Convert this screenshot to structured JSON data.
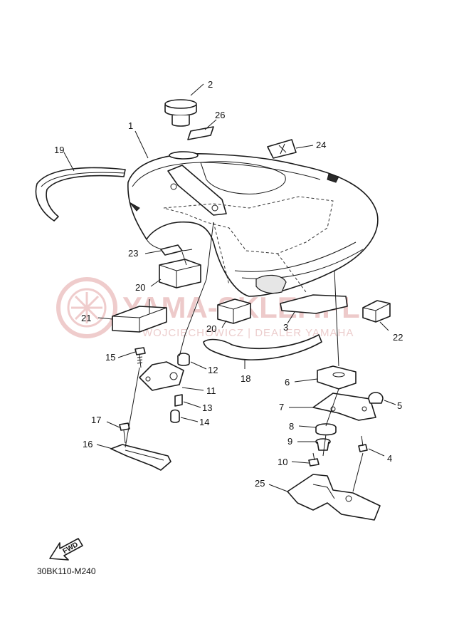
{
  "watermark": {
    "brand": "YAMA-SKLEP.PL",
    "tagline": "WOJCIECHOWICZ | DEALER YAMAHA",
    "color": "#e8b9b9"
  },
  "diagram_code": "30BK110-M240",
  "fwd_label": "FWD",
  "callouts": {
    "c1": "1",
    "c2": "2",
    "c3": "3",
    "c4": "4",
    "c5": "5",
    "c6": "6",
    "c7": "7",
    "c8": "8",
    "c9": "9",
    "c10": "10",
    "c11": "11",
    "c12": "12",
    "c13": "13",
    "c14": "14",
    "c15": "15",
    "c16": "16",
    "c17": "17",
    "c18": "18",
    "c19": "19",
    "c20a": "20",
    "c20b": "20",
    "c21": "21",
    "c22": "22",
    "c23": "23",
    "c24": "24",
    "c25": "25",
    "c26": "26"
  }
}
